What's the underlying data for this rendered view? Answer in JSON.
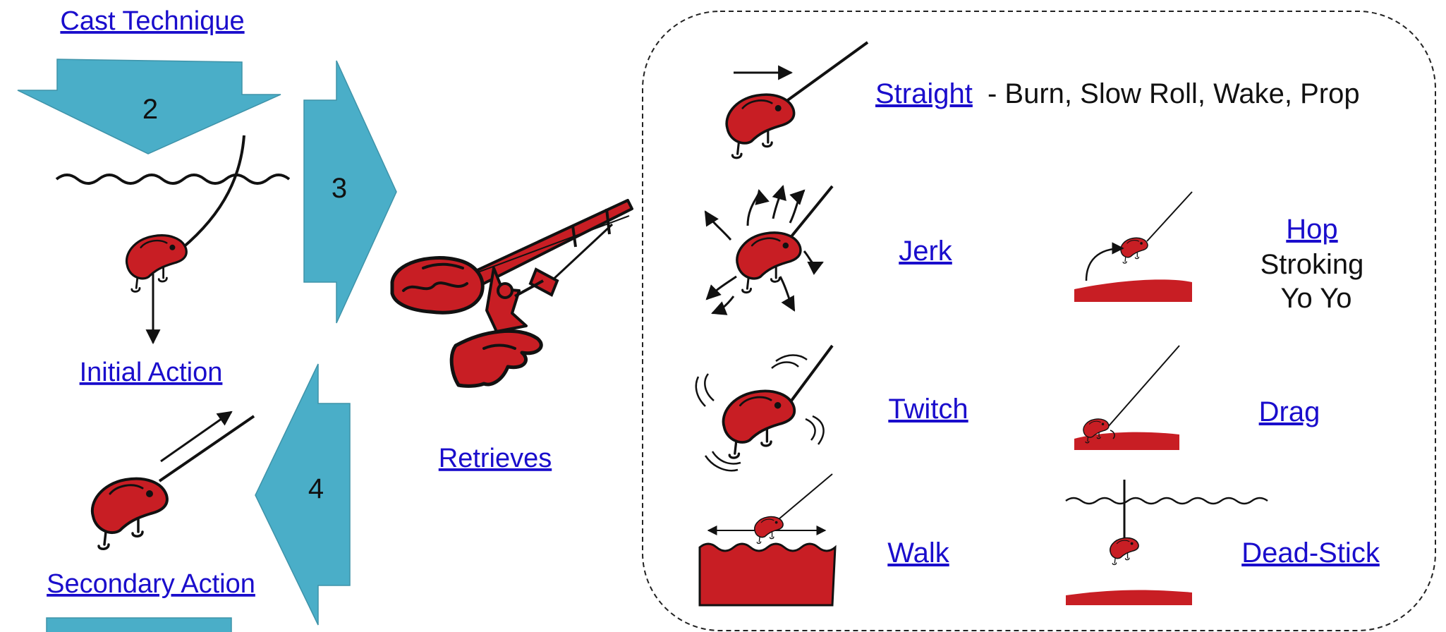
{
  "colors": {
    "arrow_fill": "#4aaec8",
    "lure_red": "#c81e24",
    "link": "#1a0dcc",
    "ink": "#111111"
  },
  "flow": {
    "step_cast_label": "Cast Technique",
    "step_2": "2",
    "step_3": "3",
    "step_4": "4",
    "initial_action_label": "Initial Action",
    "secondary_action_label": "Secondary Action",
    "retrieves_label": "Retrieves"
  },
  "retrieves": {
    "straight": {
      "label": "Straight",
      "suffix": "- Burn, Slow Roll, Wake, Prop"
    },
    "jerk": {
      "label": "Jerk"
    },
    "twitch": {
      "label": "Twitch"
    },
    "walk": {
      "label": "Walk"
    },
    "hop": {
      "label": "Hop",
      "line2": "Stroking",
      "line3": "Yo Yo"
    },
    "drag": {
      "label": "Drag"
    },
    "dead_stick": {
      "label": "Dead-Stick"
    }
  },
  "icons": [
    "lure-icon",
    "fishing-rod-icon",
    "reel-icon",
    "hand-icon",
    "arrow-right-icon",
    "arrow-down-icon",
    "water-surface-icon",
    "bottom-terrain-icon",
    "motion-lines-icon"
  ]
}
